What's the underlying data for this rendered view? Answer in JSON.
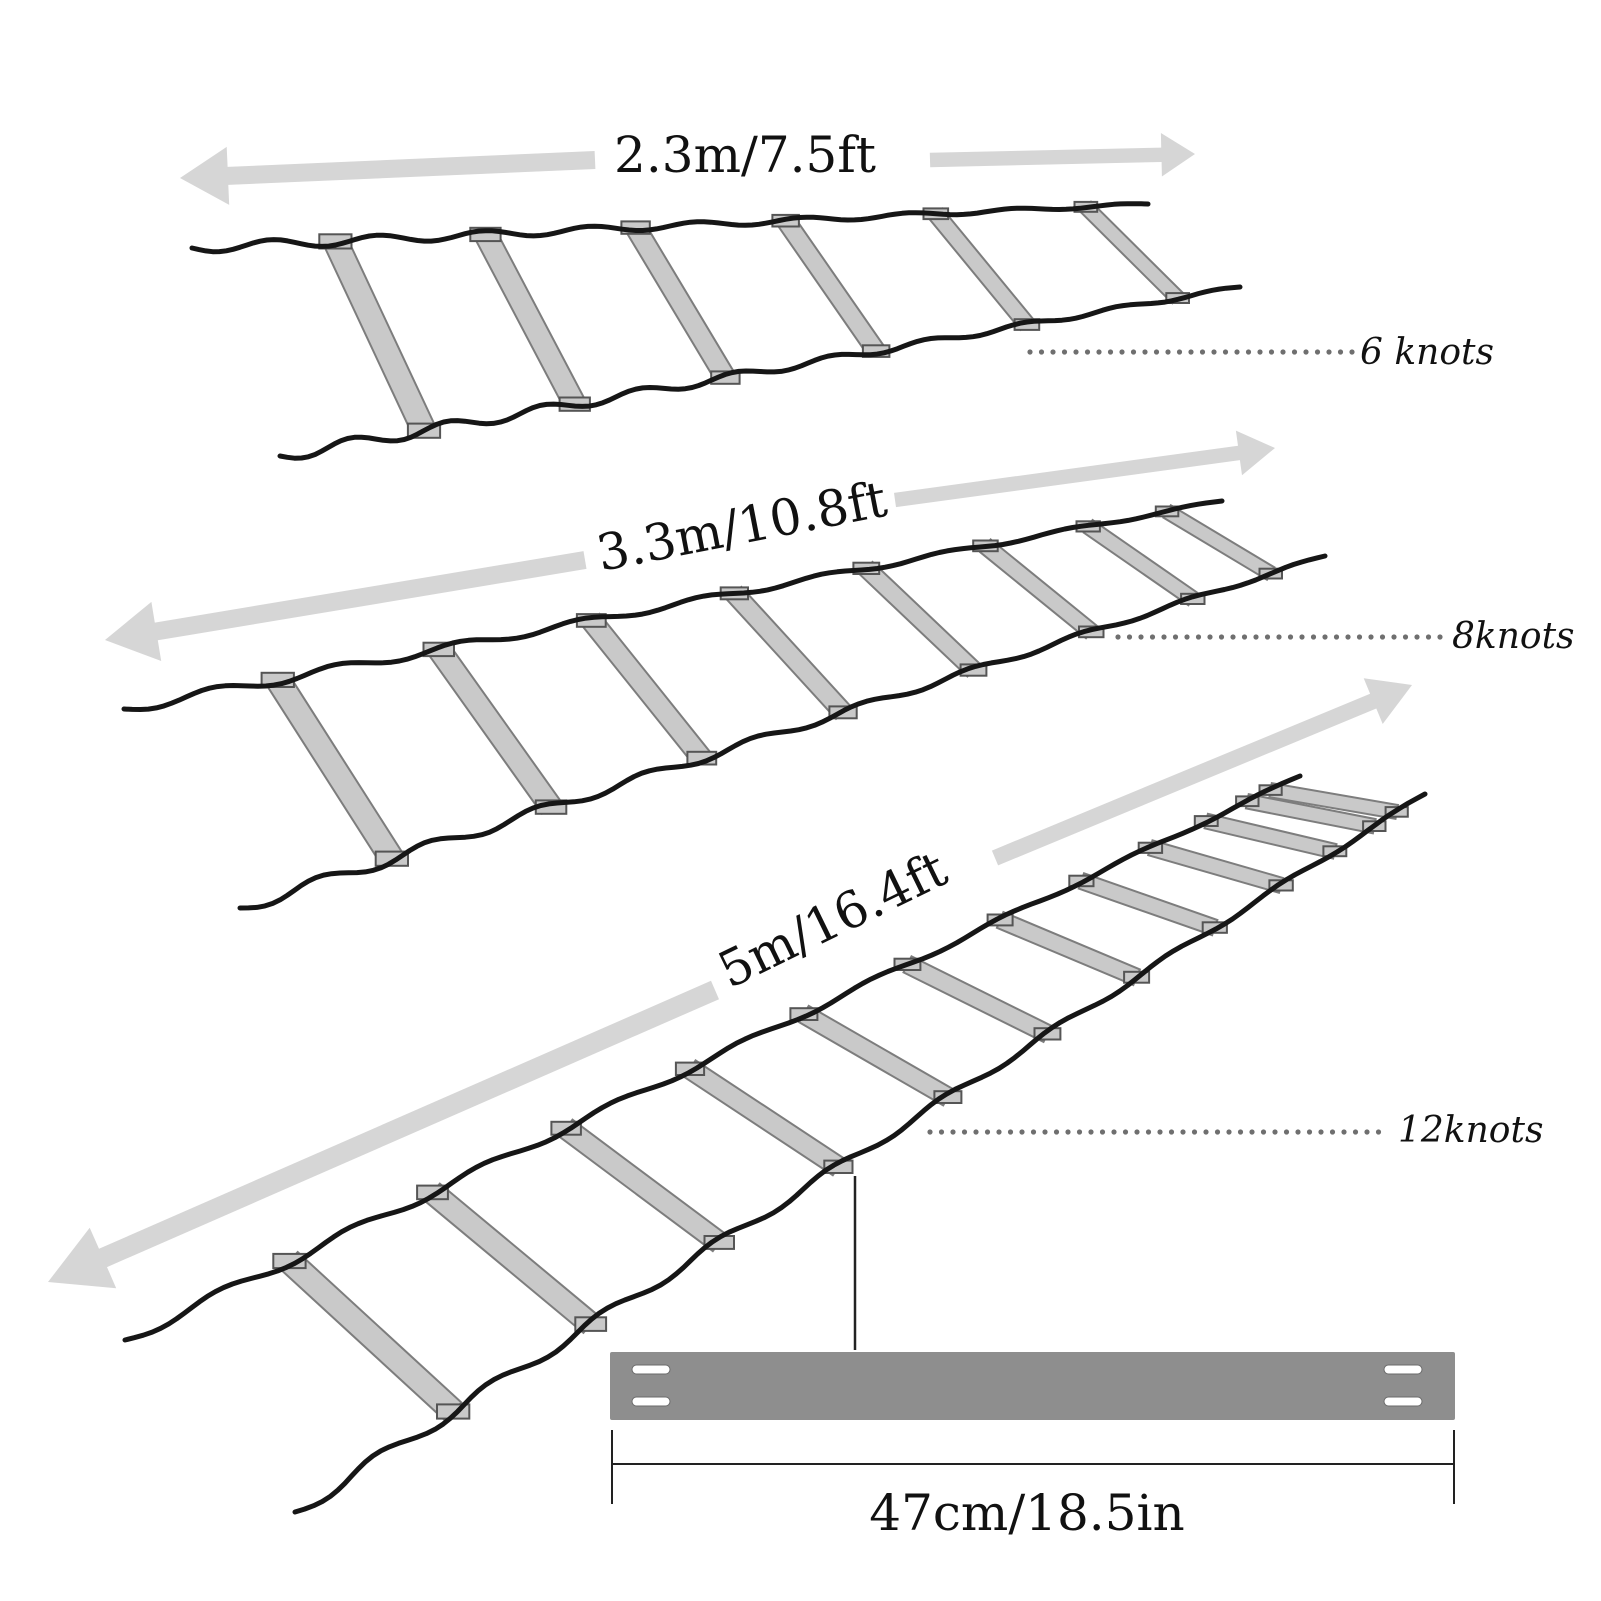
{
  "ladders": [
    {
      "length_label": "2.3m/7.5ft",
      "rungs_label": "6 knots",
      "rung_count": 6
    },
    {
      "length_label": "3.3m/10.8ft",
      "rungs_label": "8knots",
      "rung_count": 8
    },
    {
      "length_label": "5m/16.4ft",
      "rungs_label": "12knots",
      "rung_count": 12
    }
  ],
  "rung_detail": {
    "width_label": "47cm/18.5in"
  },
  "colors": {
    "strap": "#161616",
    "rung_fill": "#c9c9c9",
    "rung_edge": "#7d7d7d",
    "arrow": "#d6d6d6",
    "detail_bar": "#8e8e8e",
    "dots": "#6f6f6f"
  }
}
